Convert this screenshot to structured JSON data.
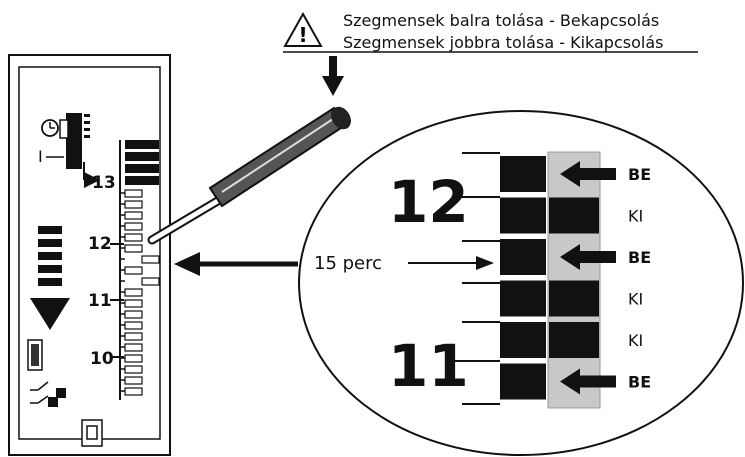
{
  "warning": {
    "line1": "Szegmensek balra tolása - Bekapcsolás",
    "line2": "Szegmensek jobbra tolása - Kikapcsolás",
    "icon": "warning-triangle-icon"
  },
  "device": {
    "on_symbol": "I",
    "scale_labels": [
      "13",
      "12",
      "11",
      "10"
    ]
  },
  "zoom": {
    "hour_labels": [
      "12",
      "11"
    ],
    "interval_label": "15 perc",
    "segments": [
      {
        "state": "BE"
      },
      {
        "state": "KI"
      },
      {
        "state": "BE"
      },
      {
        "state": "KI"
      },
      {
        "state": "KI"
      },
      {
        "state": "BE"
      }
    ]
  },
  "colors": {
    "on_segment": "#c8c8c8",
    "segment": "#111111"
  }
}
